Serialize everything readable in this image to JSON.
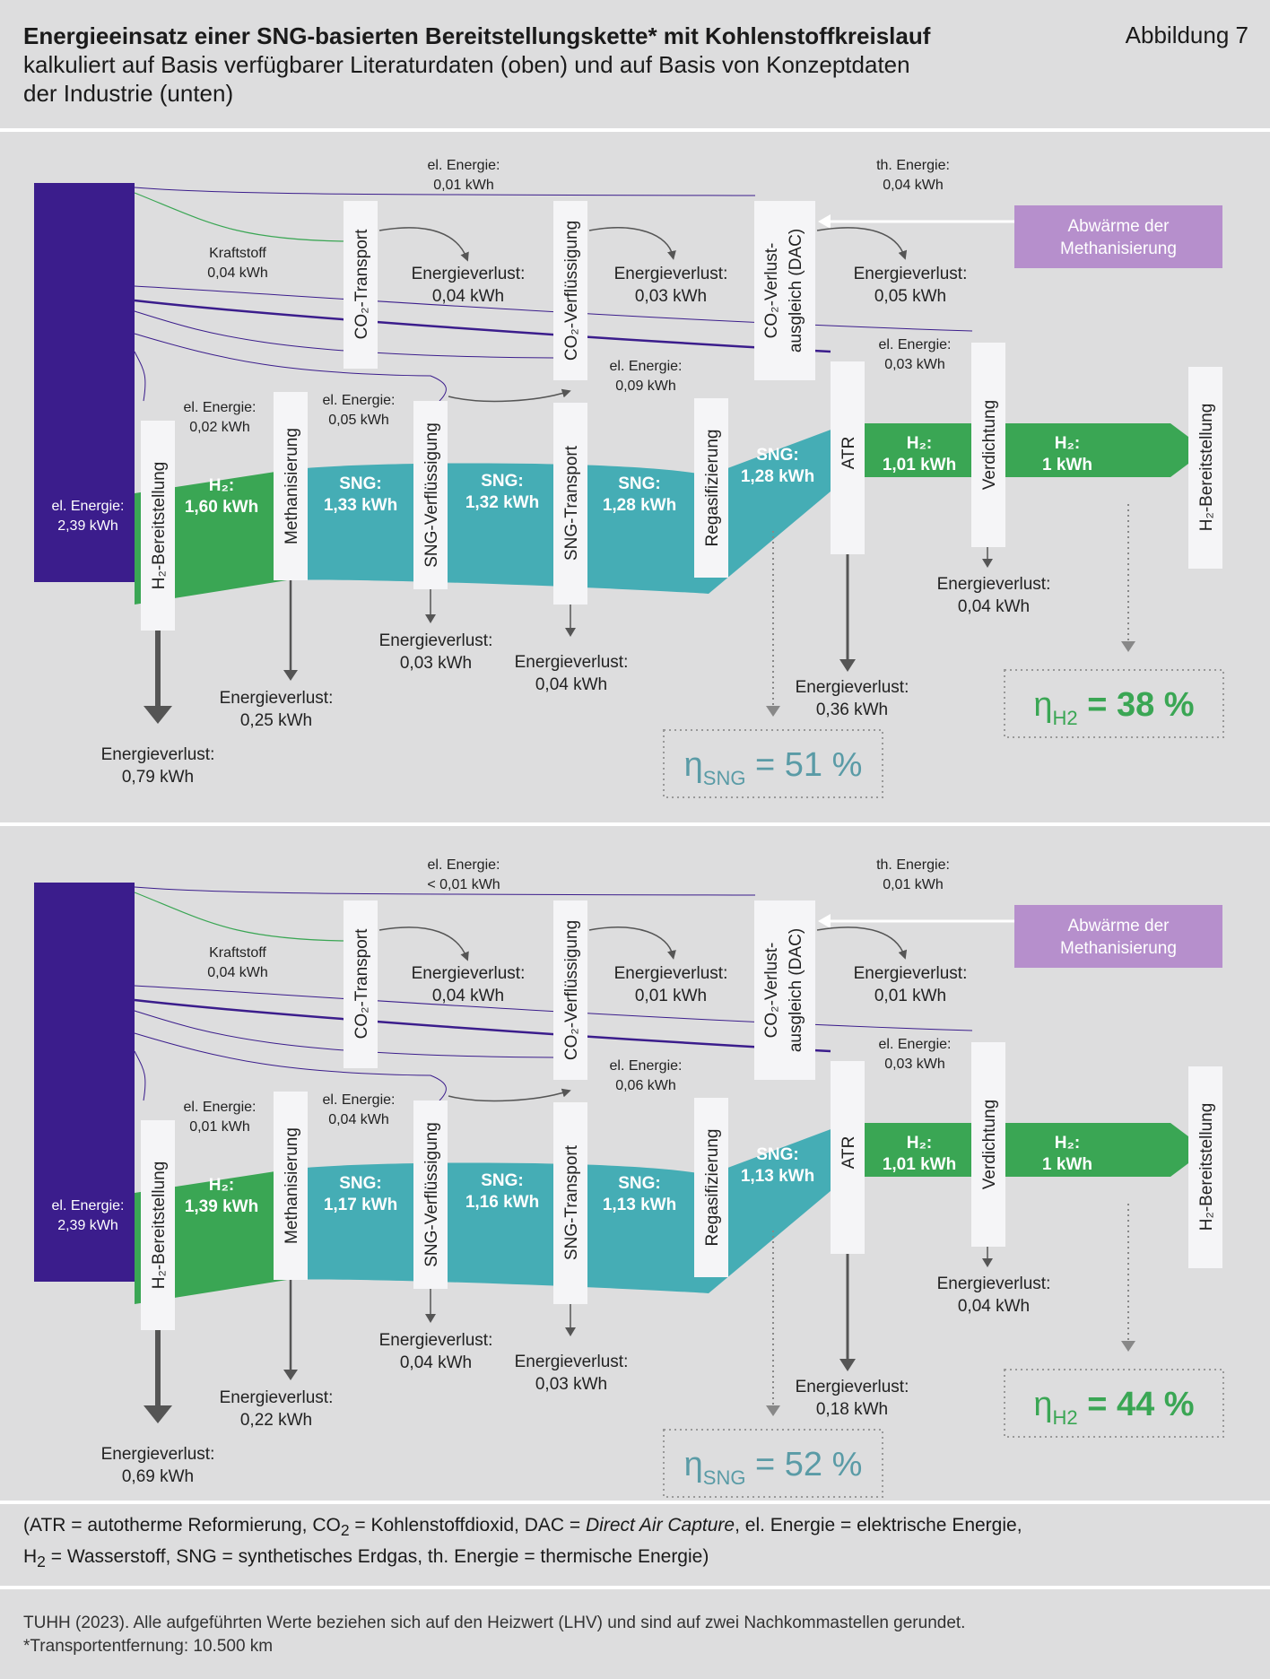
{
  "header": {
    "title_line1": "Energieeinsatz einer SNG-basierten Bereitstellungskette* mit Kohlenstoffkreislauf",
    "title_line2": "kalkuliert auf Basis verfügbarer Literaturdaten (oben) und auf Basis von Konzeptdaten",
    "title_line3": "der Industrie (unten)",
    "figure_number": "Abbildung 7"
  },
  "colors": {
    "electricity": "#3b1d8c",
    "hydrogen": "#3aa654",
    "sng": "#45adb5",
    "waste_heat_box": "#b68fcc",
    "efficiency_sng": "#5a9ba6",
    "efficiency_h2": "#3aa654"
  },
  "labels": {
    "stations": {
      "h2_bereitstellung": "H₂-Bereitstellung",
      "methanisierung": "Methanisierung",
      "sng_verfluessigung": "SNG-Verflüssigung",
      "sng_transport": "SNG-Transport",
      "regasifizierung": "Regasifizierung",
      "atr": "ATR",
      "verdichtung": "Verdichtung",
      "h2_bereitstellung_end": "H₂-Bereitstellung",
      "co2_transport": "CO₂-Transport",
      "co2_verfluessigung": "CO₂-Verflüssigung",
      "dac_line1": "CO₂-Verlust-",
      "dac_line2": "ausgleich (DAC)"
    },
    "abwaerme_line1": "Abwärme der",
    "abwaerme_line2": "Methanisierung",
    "el_energie": "el. Energie:",
    "th_energie": "th. Energie:",
    "kraftstoff": "Kraftstoff",
    "energieverlust": "Energieverlust:",
    "sng": "SNG:",
    "h2": "H₂:",
    "eta": "η",
    "eta_sng_sub": "SNG",
    "eta_h2_sub": "H2"
  },
  "panels": [
    {
      "el_energie_input": "2,39 kWh",
      "el_top": "0,01 kWh",
      "th_top": "0,04 kWh",
      "kraftstoff": "0,04 kWh",
      "el_h2": "0,02 kWh",
      "el_sngv": "0,05 kWh",
      "el_co2v": "0,09 kWh",
      "el_verd": "0,03 kWh",
      "flow_h2": "1,60 kWh",
      "flow_sng1": "1,33 kWh",
      "flow_sng2": "1,32 kWh",
      "flow_sng3": "1,28 kWh",
      "flow_sng4": "1,28 kWh",
      "flow_h2_atr": "1,01 kWh",
      "flow_h2_end": "1 kWh",
      "loss_co2t": "0,04 kWh",
      "loss_co2v": "0,03 kWh",
      "loss_dac": "0,05 kWh",
      "loss_h2": "0,79 kWh",
      "loss_meth": "0,25 kWh",
      "loss_sngv": "0,03 kWh",
      "loss_sngt": "0,04 kWh",
      "loss_atr": "0,36 kWh",
      "loss_verd": "0,04 kWh",
      "eta_sng": "51",
      "eta_h2": "38",
      "percent": "%"
    },
    {
      "el_energie_input": "2,39 kWh",
      "el_top": "< 0,01 kWh",
      "th_top": "0,01 kWh",
      "kraftstoff": "0,04 kWh",
      "el_h2": "0,01 kWh",
      "el_sngv": "0,04 kWh",
      "el_co2v": "0,06 kWh",
      "el_verd": "0,03 kWh",
      "flow_h2": "1,39 kWh",
      "flow_sng1": "1,17 kWh",
      "flow_sng2": "1,16 kWh",
      "flow_sng3": "1,13 kWh",
      "flow_sng4": "1,13 kWh",
      "flow_h2_atr": "1,01 kWh",
      "flow_h2_end": "1 kWh",
      "loss_co2t": "0,04 kWh",
      "loss_co2v": "0,01 kWh",
      "loss_dac": "0,01 kWh",
      "loss_h2": "0,69 kWh",
      "loss_meth": "0,22 kWh",
      "loss_sngv": "0,04 kWh",
      "loss_sngt": "0,03 kWh",
      "loss_atr": "0,18 kWh",
      "loss_verd": "0,04 kWh",
      "eta_sng": "52",
      "eta_h2": "44",
      "percent": "%"
    }
  ],
  "legend": {
    "line1_a": "(ATR = autotherme Reformierung, CO",
    "line1_sub": "2",
    "line1_b": " = Kohlenstoffdioxid, DAC = ",
    "line1_italic": "Direct Air Capture",
    "line1_c": ", el. Energie = elektrische Energie,",
    "line2_a": "H",
    "line2_sub": "2",
    "line2_b": " = Wasserstoff, SNG = synthetisches Erdgas, th. Energie = thermische Energie)"
  },
  "footer": {
    "line1": "TUHH (2023). Alle aufgeführten Werte beziehen sich auf den Heizwert (LHV) und sind auf zwei Nachkommastellen gerundet.",
    "line2": "*Transportentfernung: 10.500 km"
  }
}
